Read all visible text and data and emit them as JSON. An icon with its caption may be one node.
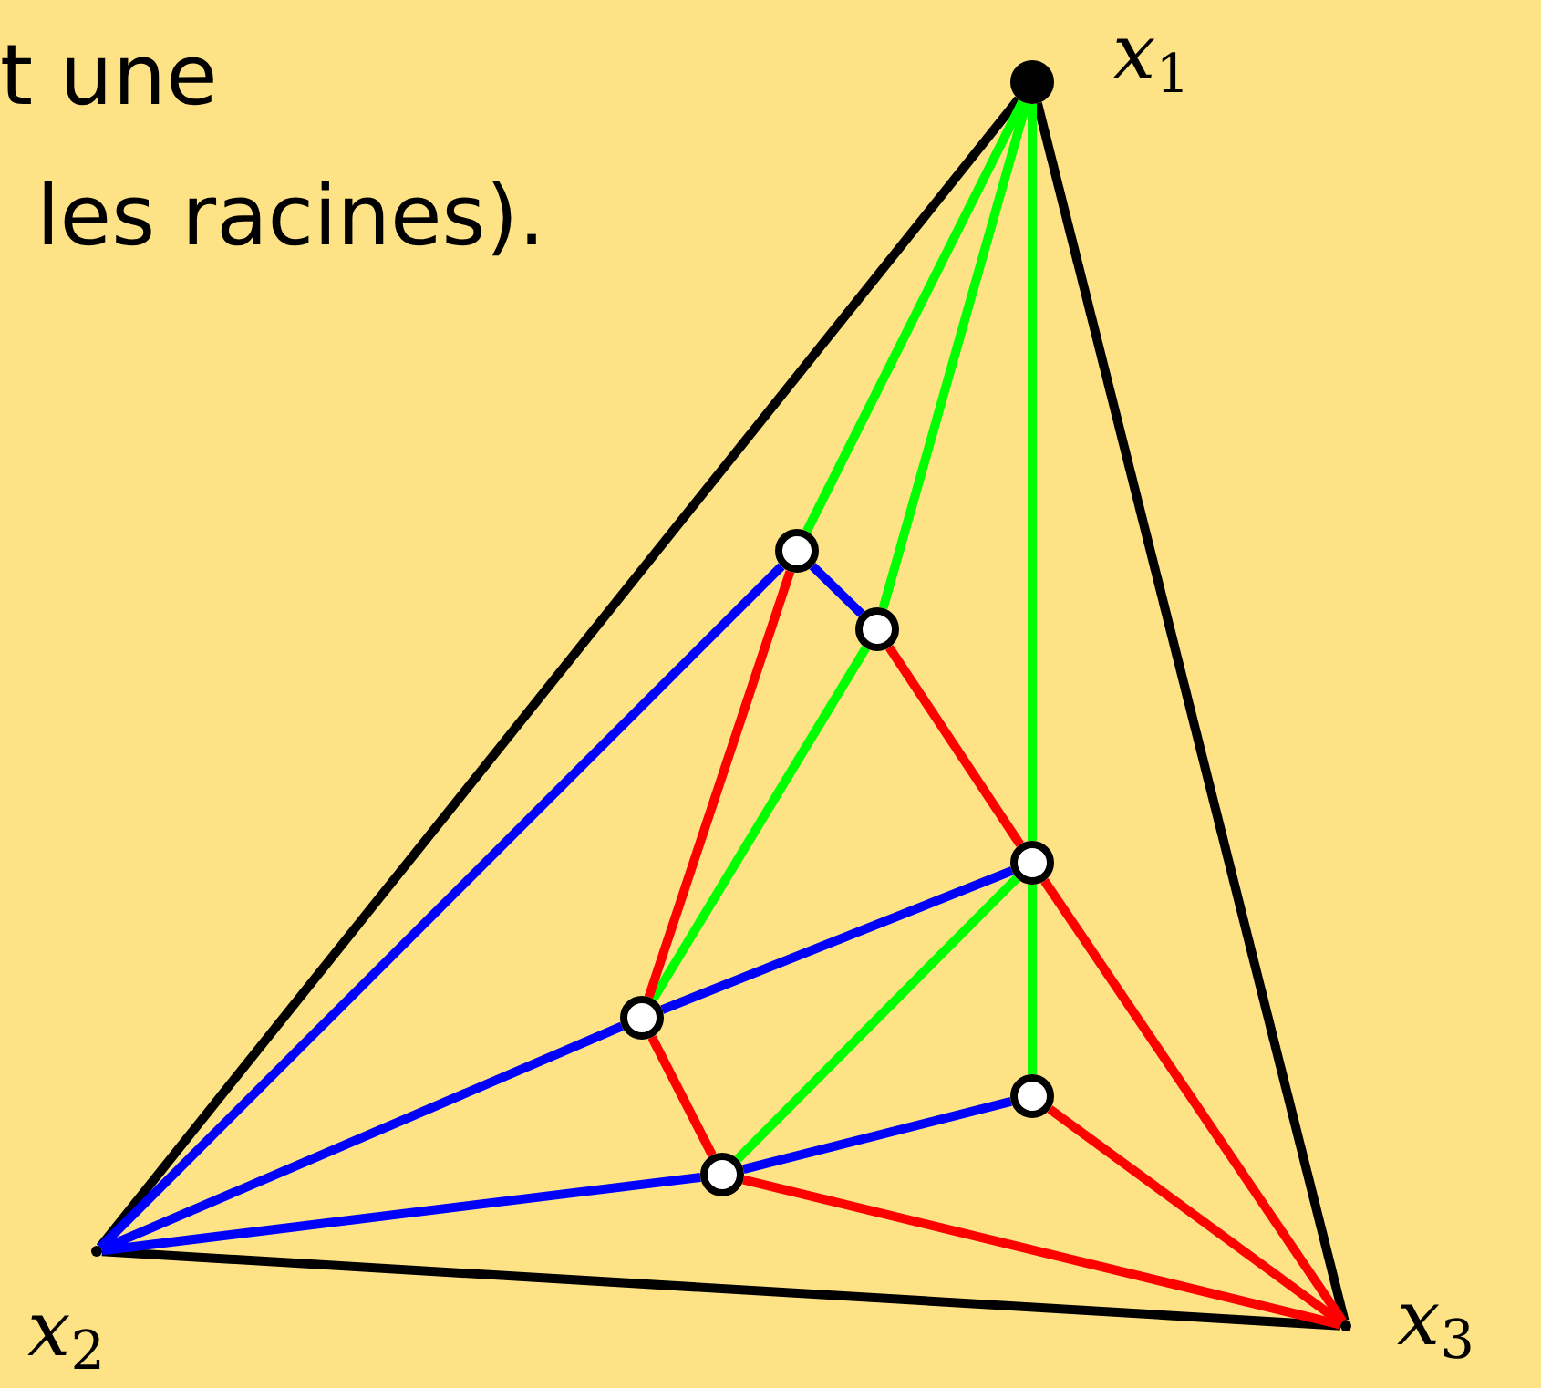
{
  "diagram": {
    "nodes": [
      {
        "text": [],
        "shape": "circle",
        "beside": [
          "x$_{1}$"
        ]
      },
      {
        "text": [],
        "shape": "point",
        "beside": [
          "x$_{2}$"
        ]
      },
      {
        "text": [],
        "shape": "point",
        "beside": [
          "x$_{3}$"
        ]
      },
      {
        "text": [],
        "shape": "circle"
      },
      {
        "text": [],
        "shape": "circle"
      },
      {
        "text": [],
        "shape": "circle"
      },
      {
        "text": [],
        "shape": "circle"
      },
      {
        "text": [],
        "shape": "circle"
      },
      {
        "text": [],
        "shape": "circle"
      }
    ],
    "edges": [
      {
        "from": 0,
        "to": 1,
        "arrow": "none",
        "color": "#000000"
      },
      {
        "from": 0,
        "to": 2,
        "arrow": "none",
        "color": "#000000"
      },
      {
        "from": 1,
        "to": 2,
        "arrow": "none",
        "color": "#000000"
      },
      {
        "from": 3,
        "to": 0,
        "arrow": "none",
        "color": "#00ff00"
      },
      {
        "from": 4,
        "to": 0,
        "arrow": "none",
        "color": "#00ff00"
      },
      {
        "from": 5,
        "to": 0,
        "arrow": "none",
        "color": "#00ff00"
      },
      {
        "from": 6,
        "to": 4,
        "arrow": "none",
        "color": "#00ff00"
      },
      {
        "from": 8,
        "to": 5,
        "arrow": "none",
        "color": "#00ff00"
      },
      {
        "from": 7,
        "to": 5,
        "arrow": "none",
        "color": "#00ff00"
      },
      {
        "from": 3,
        "to": 1,
        "arrow": "none",
        "color": "#0000ff"
      },
      {
        "from": 4,
        "to": 3,
        "arrow": "none",
        "color": "#0000ff"
      },
      {
        "from": 5,
        "to": 6,
        "arrow": "none",
        "color": "#0000ff"
      },
      {
        "from": 6,
        "to": 1,
        "arrow": "none",
        "color": "#0000ff"
      },
      {
        "from": 7,
        "to": 8,
        "arrow": "none",
        "color": "#0000ff"
      },
      {
        "from": 8,
        "to": 1,
        "arrow": "none",
        "color": "#0000ff"
      },
      {
        "from": 3,
        "to": 6,
        "arrow": "none",
        "color": "#ff0000"
      },
      {
        "from": 4,
        "to": 5,
        "arrow": "none",
        "color": "#ff0000"
      },
      {
        "from": 5,
        "to": 2,
        "arrow": "none",
        "color": "#ff0000"
      },
      {
        "from": 6,
        "to": 8,
        "arrow": "none",
        "color": "#ff0000"
      },
      {
        "from": 8,
        "to": 2,
        "arrow": "none",
        "color": "#ff0000"
      },
      {
        "from": 7,
        "to": 2,
        "arrow": "none",
        "color": "#ff0000"
      }
    ],
    "labels": [
      "t une",
      "les racines)."
    ]
  }
}
